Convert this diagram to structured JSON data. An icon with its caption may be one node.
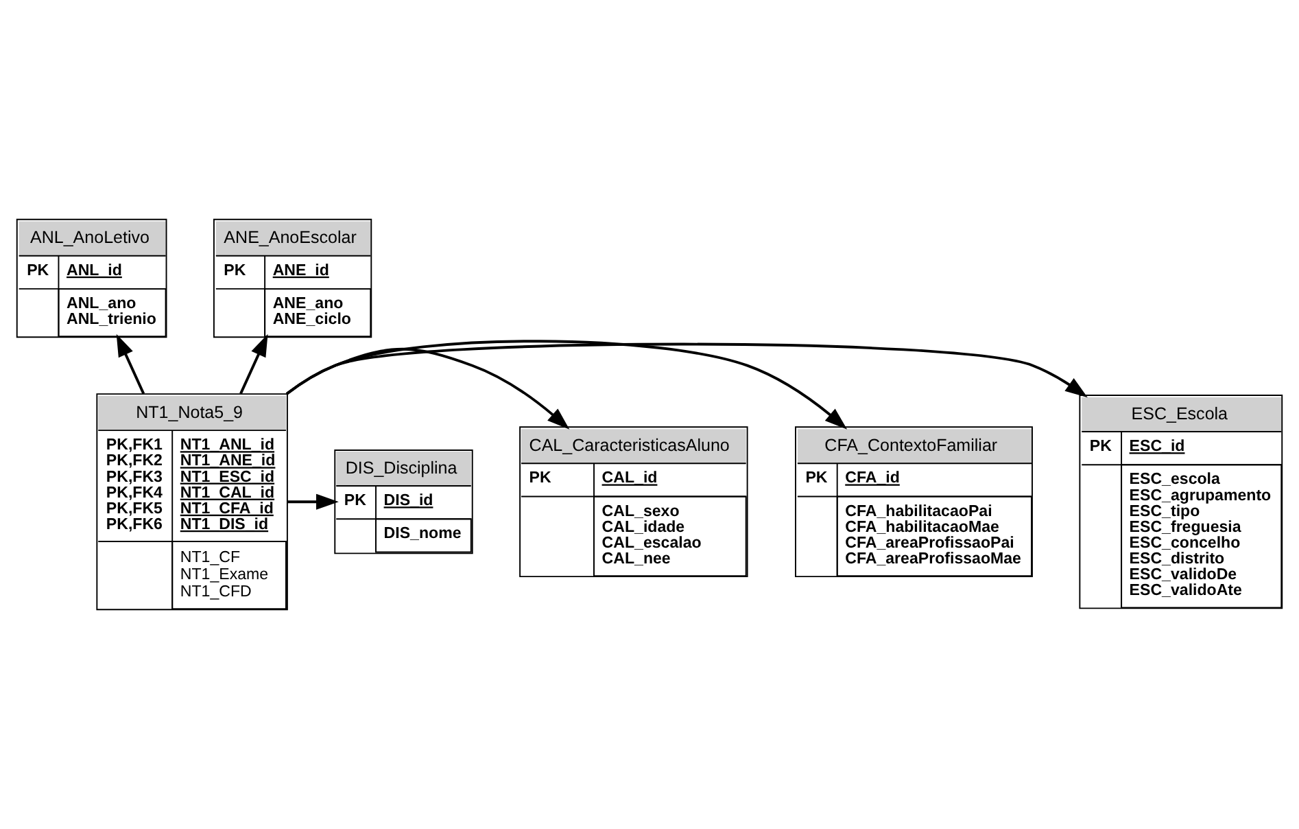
{
  "diagram": {
    "nodes": [
      {
        "text": [
          "ESC_Escola",
          "PK",
          "ESC_id",
          "ESC_escola",
          "ESC_agrupamento",
          "ESC_tipo",
          "ESC_freguesia",
          "ESC_concelho",
          "ESC_distrito",
          "ESC_validoDe",
          "ESC_validoAte"
        ]
      },
      {
        "text": [
          "ANL_AnoLetivo",
          "PK",
          "ANL_id",
          "ANL_ano",
          "ANL_trienio"
        ]
      },
      {
        "text": [
          "ANE_AnoEscolar",
          "PK",
          "ANE_id",
          "ANE_ano",
          "ANE_ciclo"
        ]
      },
      {
        "text": [
          "CFA_ContextoFamiliar",
          "PK",
          "CFA_id",
          "CFA_habilitacaoPai",
          "CFA_habilitacaoMae",
          "CFA_areaProfissaoPai",
          "CFA_areaProfissaoMae"
        ]
      },
      {
        "text": [
          "NT1_Nota5_9",
          "PK,FK1",
          "NT1_ANL_id",
          "PK,FK2",
          "NT1_ANE_id",
          "PK,FK3",
          "NT1_ESC_id",
          "PK,FK4",
          "NT1_CAL_id",
          "PK,FK5",
          "NT1_CFA_id",
          "PK,FK6",
          "NT1_DIS_id",
          "NT1_CF",
          "NT1_Exame",
          "NT1_CFD"
        ]
      },
      {
        "text": [
          "CAL_CaracteristicasAluno",
          "PK",
          "CAL_id",
          "CAL_sexo",
          "CAL_idade",
          "CAL_escalao",
          "CAL_nee"
        ]
      },
      {
        "text": [
          "DIS_Disciplina",
          "PK",
          "DIS_id",
          "DIS_nome"
        ]
      }
    ],
    "edges": [
      {
        "from": 4,
        "to": 0,
        "arrow": "to"
      },
      {
        "from": 4,
        "to": 1,
        "arrow": "to"
      },
      {
        "from": 4,
        "to": 2,
        "arrow": "to"
      },
      {
        "from": 4,
        "to": 3,
        "arrow": "to"
      },
      {
        "from": 4,
        "to": 5,
        "arrow": "to"
      },
      {
        "from": 4,
        "to": 6,
        "arrow": "to"
      }
    ]
  }
}
